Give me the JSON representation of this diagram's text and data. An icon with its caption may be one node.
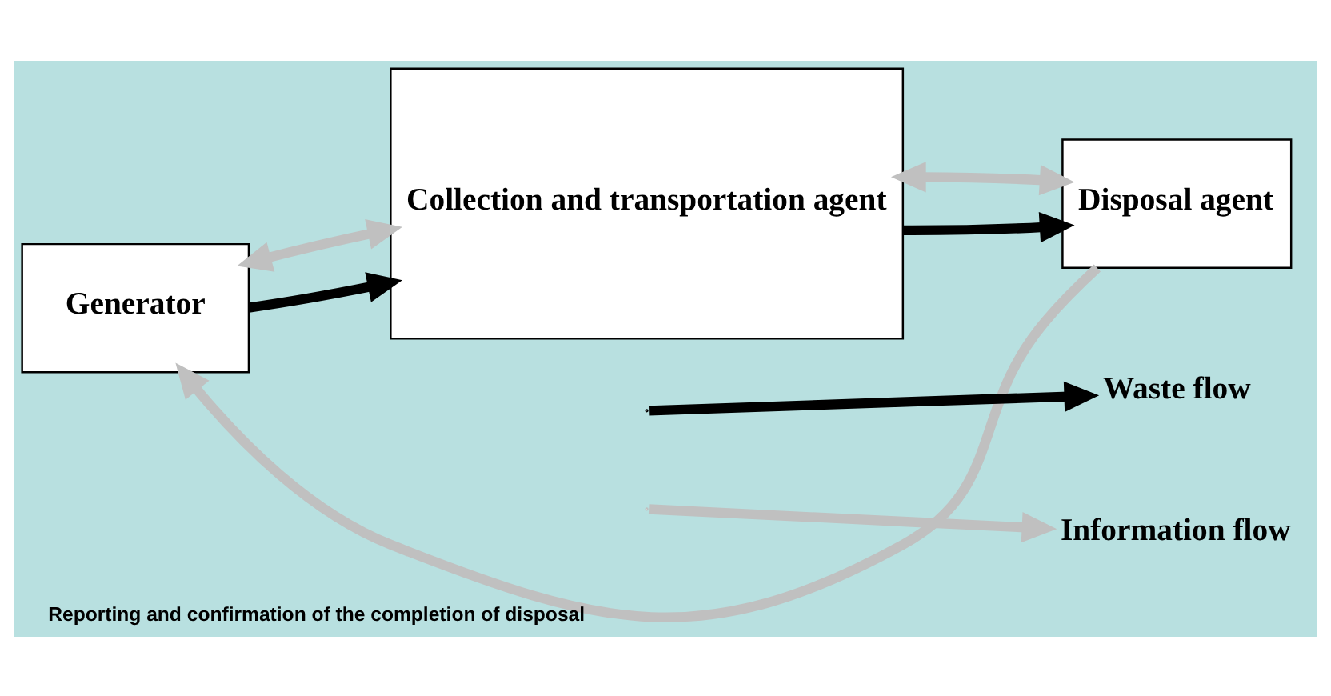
{
  "diagram": {
    "nodes": [
      {
        "text": [
          "Generator"
        ]
      },
      {
        "text": [
          "Collection and transportation agent"
        ]
      },
      {
        "text": [
          "Disposal agent"
        ]
      }
    ],
    "edges": [
      {
        "from": 0,
        "to": 1,
        "arrow": "to",
        "color": "#000000"
      },
      {
        "from": 0,
        "to": 1,
        "arrow": "both"
      },
      {
        "from": 1,
        "to": 2,
        "arrow": "to",
        "color": "#000000"
      },
      {
        "from": 1,
        "to": 2,
        "arrow": "both"
      },
      {
        "from": 2,
        "to": 0,
        "arrow": "to",
        "label": "Reporting and confirmation of the completion of disposal"
      }
    ],
    "legend": [
      {
        "text": "Waste flow"
      },
      {
        "text": "Information flow"
      }
    ]
  }
}
